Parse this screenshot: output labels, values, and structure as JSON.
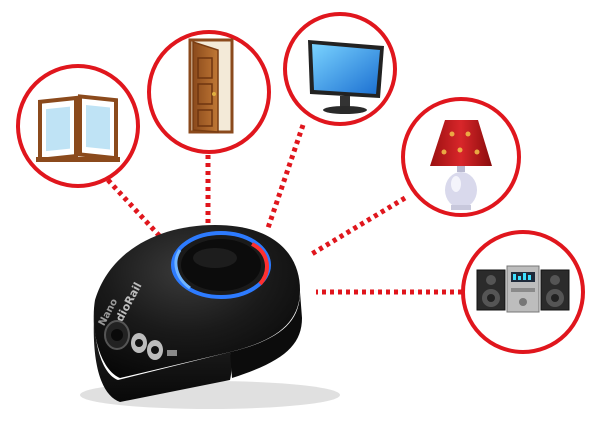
{
  "device": {
    "brand_text": "Nano",
    "model_text": "RadioRail",
    "ring_colors": [
      "#2d7bff",
      "#ff3030",
      "#ffffff"
    ]
  },
  "colors": {
    "circle_stroke": "#e0161d",
    "connector": "#e0161d",
    "device_body": "#111111"
  },
  "targets": [
    {
      "name": "window",
      "icon": "window-icon"
    },
    {
      "name": "door",
      "icon": "door-icon"
    },
    {
      "name": "monitor",
      "icon": "monitor-icon"
    },
    {
      "name": "lamp",
      "icon": "lamp-icon"
    },
    {
      "name": "stereo",
      "icon": "stereo-icon"
    }
  ]
}
